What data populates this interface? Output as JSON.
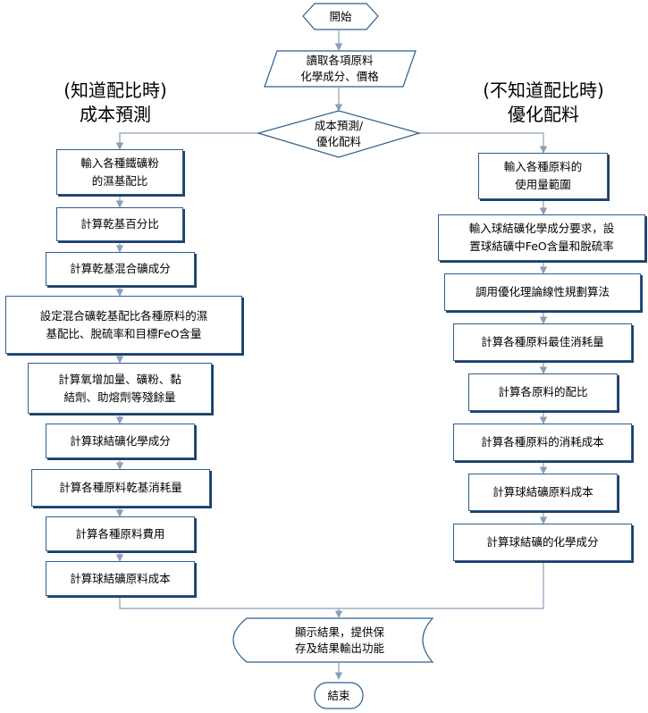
{
  "start": "開始",
  "input_data": "讀取各項原料\n化學成分、價格",
  "decision": "成本預測/\n優化配料",
  "left_heading": "(知道配比時)\n成本預測",
  "right_heading": "(不知道配比時)\n優化配料",
  "left_steps": [
    "輸入各種鐵礦粉\n的濕基配比",
    "計算乾基百分比",
    "計算乾基混合礦成分",
    "設定混合礦乾基配比各種原料的濕\n基配比、脫硫率和目標FeO含量",
    "計算氧增加量、礦粉、黏\n結劑、助熔劑等殘餘量",
    "計算球結礦化學成分",
    "計算各種原料乾基消耗量",
    "計算各種原料費用",
    "計算球結礦原料成本"
  ],
  "right_steps": [
    "輸入各種原料的\n使用量範圍",
    "輸入球結礦化學成分要求，設\n置球結礦中FeO含量和脫硫率",
    "調用優化理論線性規劃算法",
    "計算各種原料最佳消耗量",
    "計算各原料的配比",
    "計算各種原料的消耗成本",
    "計算球結礦原料成本",
    "計算球結礦的化學成分"
  ],
  "display": "顯示結果，提供保\n存及結果輸出功能",
  "end": "結束"
}
